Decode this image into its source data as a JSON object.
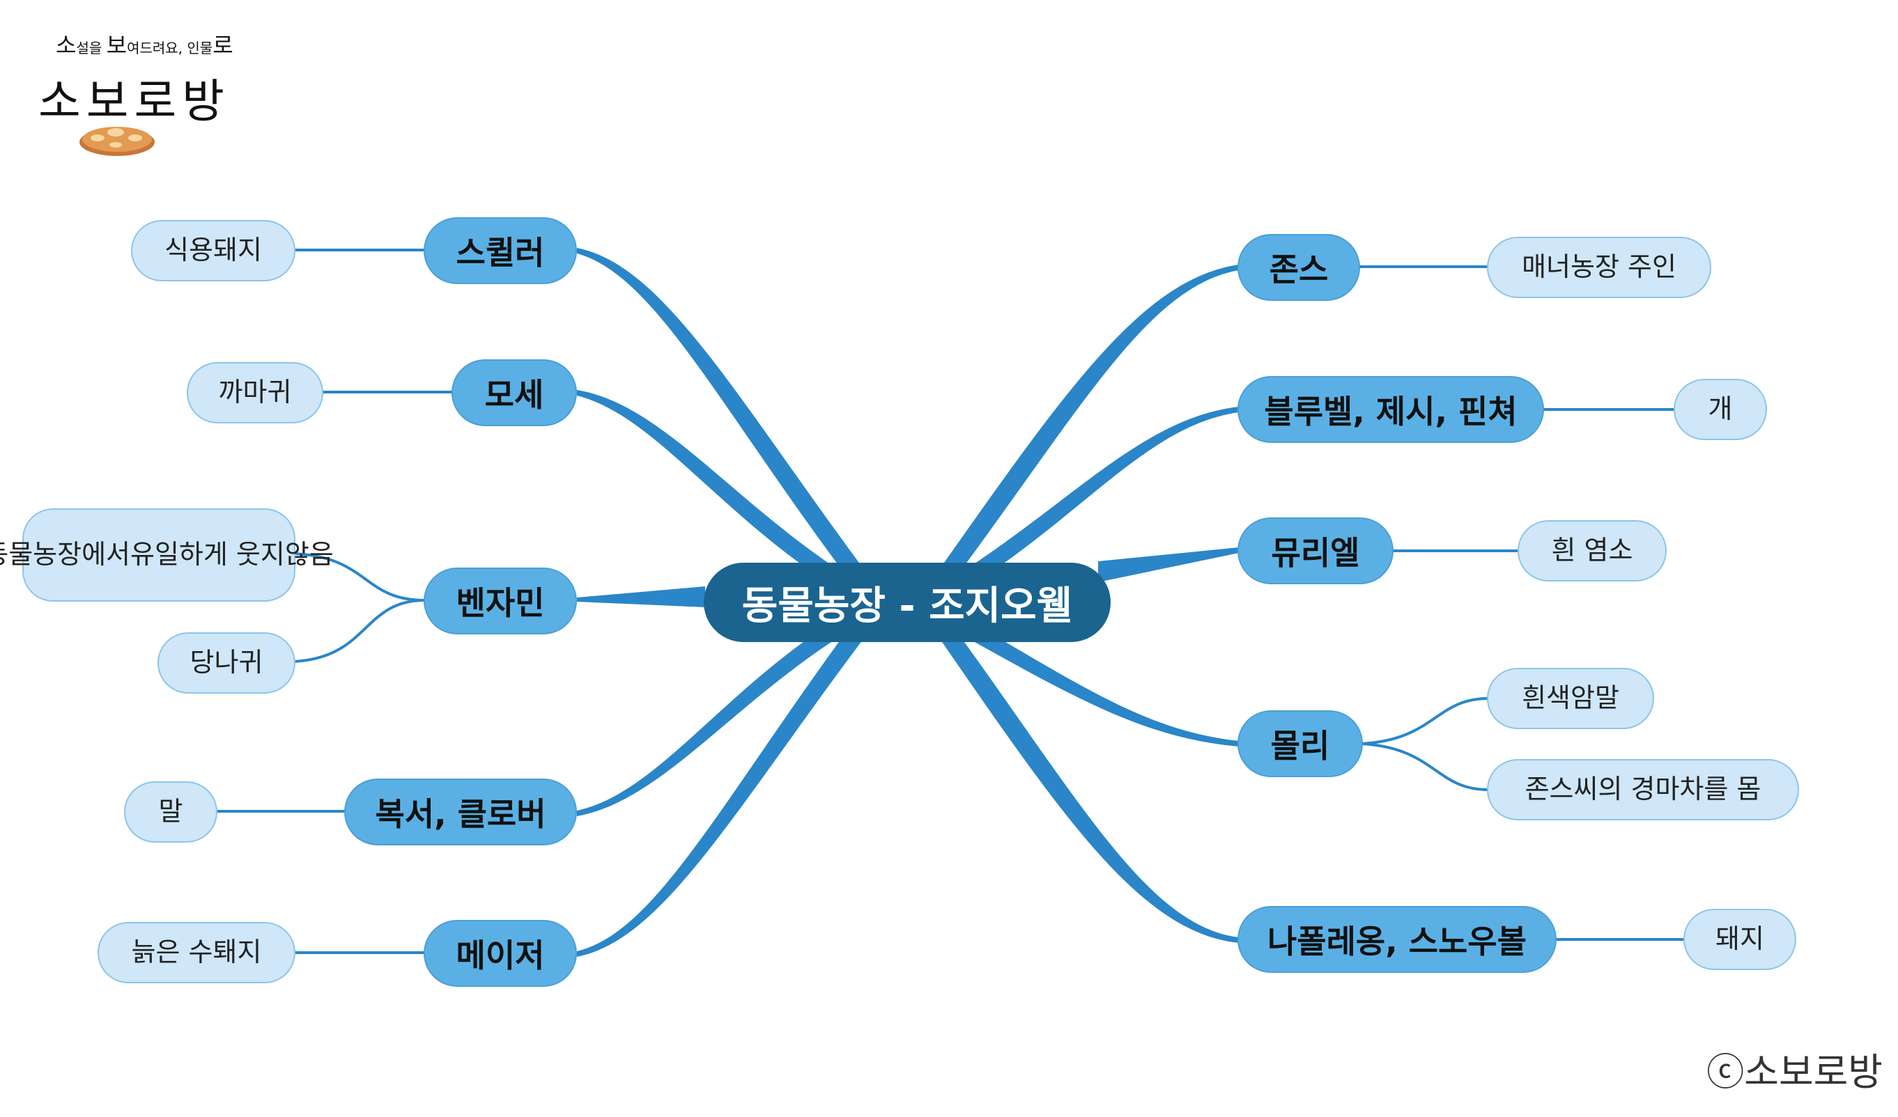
{
  "logo": {
    "tagline_prefix": "소",
    "tagline_1": "설을 ",
    "tagline_mid": "보",
    "tagline_2": "여드려요, 인물",
    "tagline_suffix": "로",
    "name": "소보로방"
  },
  "center": "동물농장 - 조지오웰",
  "left_branches": [
    {
      "name": "스퀼러",
      "leaves": [
        [
          "식용돼지"
        ]
      ]
    },
    {
      "name": "모세",
      "leaves": [
        [
          "까마귀"
        ]
      ]
    },
    {
      "name": "벤자민",
      "leaves": [
        [
          "동물농장에서",
          "유일하게 웃지않음"
        ],
        [
          "당나귀"
        ]
      ]
    },
    {
      "name": "복서, 클로버",
      "leaves": [
        [
          "말"
        ]
      ]
    },
    {
      "name": "메이저",
      "leaves": [
        [
          "늙은 수퇘지"
        ]
      ]
    }
  ],
  "right_branches": [
    {
      "name": "존스",
      "leaves": [
        [
          "매너농장 주인"
        ]
      ]
    },
    {
      "name": "블루벨, 제시, 핀쳐",
      "leaves": [
        [
          "개"
        ]
      ]
    },
    {
      "name": "뮤리엘",
      "leaves": [
        [
          "흰 염소"
        ]
      ]
    },
    {
      "name": "몰리",
      "leaves": [
        [
          "흰색암말"
        ],
        [
          "존스씨의 경마차를 몸"
        ]
      ]
    },
    {
      "name": "나폴레옹, 스노우볼",
      "leaves": [
        [
          "돼지"
        ]
      ]
    }
  ],
  "copyright": "ⓒ소보로방",
  "colors": {
    "center_fill": "#1b6490",
    "main_fill": "#5ab0e4",
    "leaf_fill": "#cfe7f8",
    "connector": "#2a86c8"
  }
}
